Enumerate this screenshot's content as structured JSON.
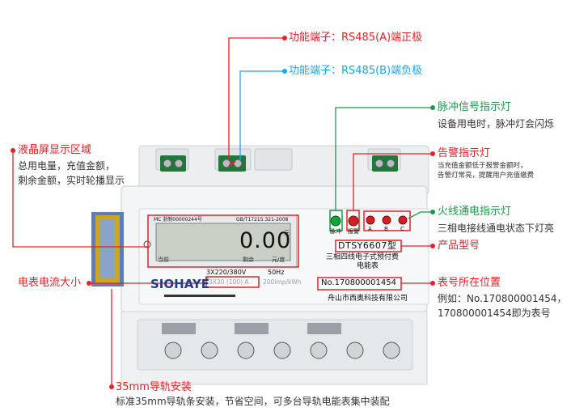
{
  "callouts": {
    "rs485_a": "功能端子：RS485(A)端正极",
    "rs485_b": "功能端子：RS485(B)端负极",
    "pulse_title": "脉冲信号指示灯",
    "pulse_desc": "设备用电时，脉冲灯会闪烁",
    "alarm_title": "告警指示灯",
    "alarm_desc_1": "当充值金额低于报警金额时，",
    "alarm_desc_2": "告警灯常亮，提醒用户充值缴费",
    "lcd_title": "液晶屏显示区域",
    "lcd_desc_1": "总用电量，充值金额，",
    "lcd_desc_2": "剩余金额，实时轮播显示",
    "live_title": "火线通电指示灯",
    "live_desc": "三相电接线通电状态下灯亮",
    "model_title": "产品型号",
    "current_title": "电表电流大小",
    "serial_title": "表号所在位置",
    "serial_desc_1": "例如：No.170800001454，",
    "serial_desc_2": "170800001454即为表号",
    "rail_title": "35mm导轨安装",
    "rail_desc": "标准35mm导轨条安装，节省空间，可多台导轨电能表集中装配"
  },
  "meter": {
    "cert_text": "MC 浙制00000244号",
    "standard_text": "GB/T17215.321-2008",
    "display_value": "0.00",
    "display_unit": "元",
    "lcd_label_left": "当前",
    "lcd_label_mid": "剩余",
    "lcd_label_right": "元/度",
    "led_pulse_label": "脉冲",
    "led_alarm_label": "报警",
    "phase_a": "A",
    "phase_b": "B",
    "phase_c": "C",
    "model": "DTSY6607型",
    "name_line_1": "三相四线电子式预付费",
    "name_line_2": "电能表",
    "voltage": "3X220/380V",
    "frequency": "50Hz",
    "current": "3X30 (100) A",
    "constant": "200imp/kWh",
    "serial": "No.170800001454",
    "brand": "SIOHAYE",
    "brand_mark": "®",
    "manufacturer": "舟山市西奥科技有限公司"
  },
  "colors": {
    "callout_red": "#e62129",
    "callout_blue": "#1aa6e8",
    "callout_green": "#1a9a4a",
    "lcd_background": "#c9cfc5"
  }
}
